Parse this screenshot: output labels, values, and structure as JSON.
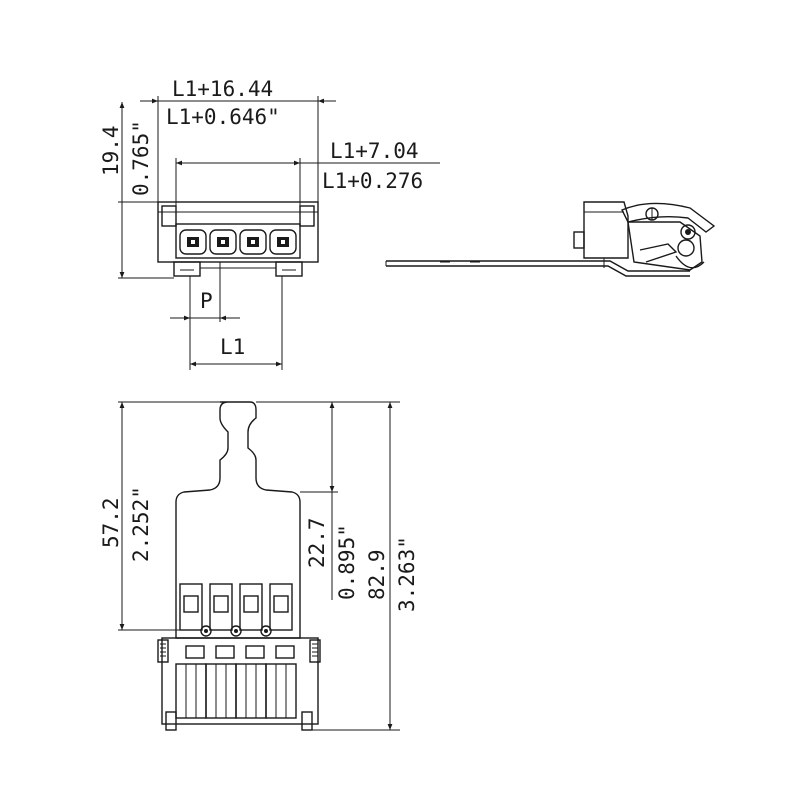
{
  "dimensions": {
    "l1_plus_mm": "L1+16.44",
    "l1_plus_in": "L1+0.646\"",
    "height_mm": "19.4",
    "height_in": "0.765\"",
    "inner_mm": "L1+7.04",
    "inner_in": "L1+0.276",
    "pitch": "P",
    "length": "L1",
    "depth_mm": "57.2",
    "depth_in": "2.252\"",
    "lead_mm": "22.7",
    "lead_in": "0.895\"",
    "total_mm": "82.9",
    "total_in": "3.263\""
  }
}
